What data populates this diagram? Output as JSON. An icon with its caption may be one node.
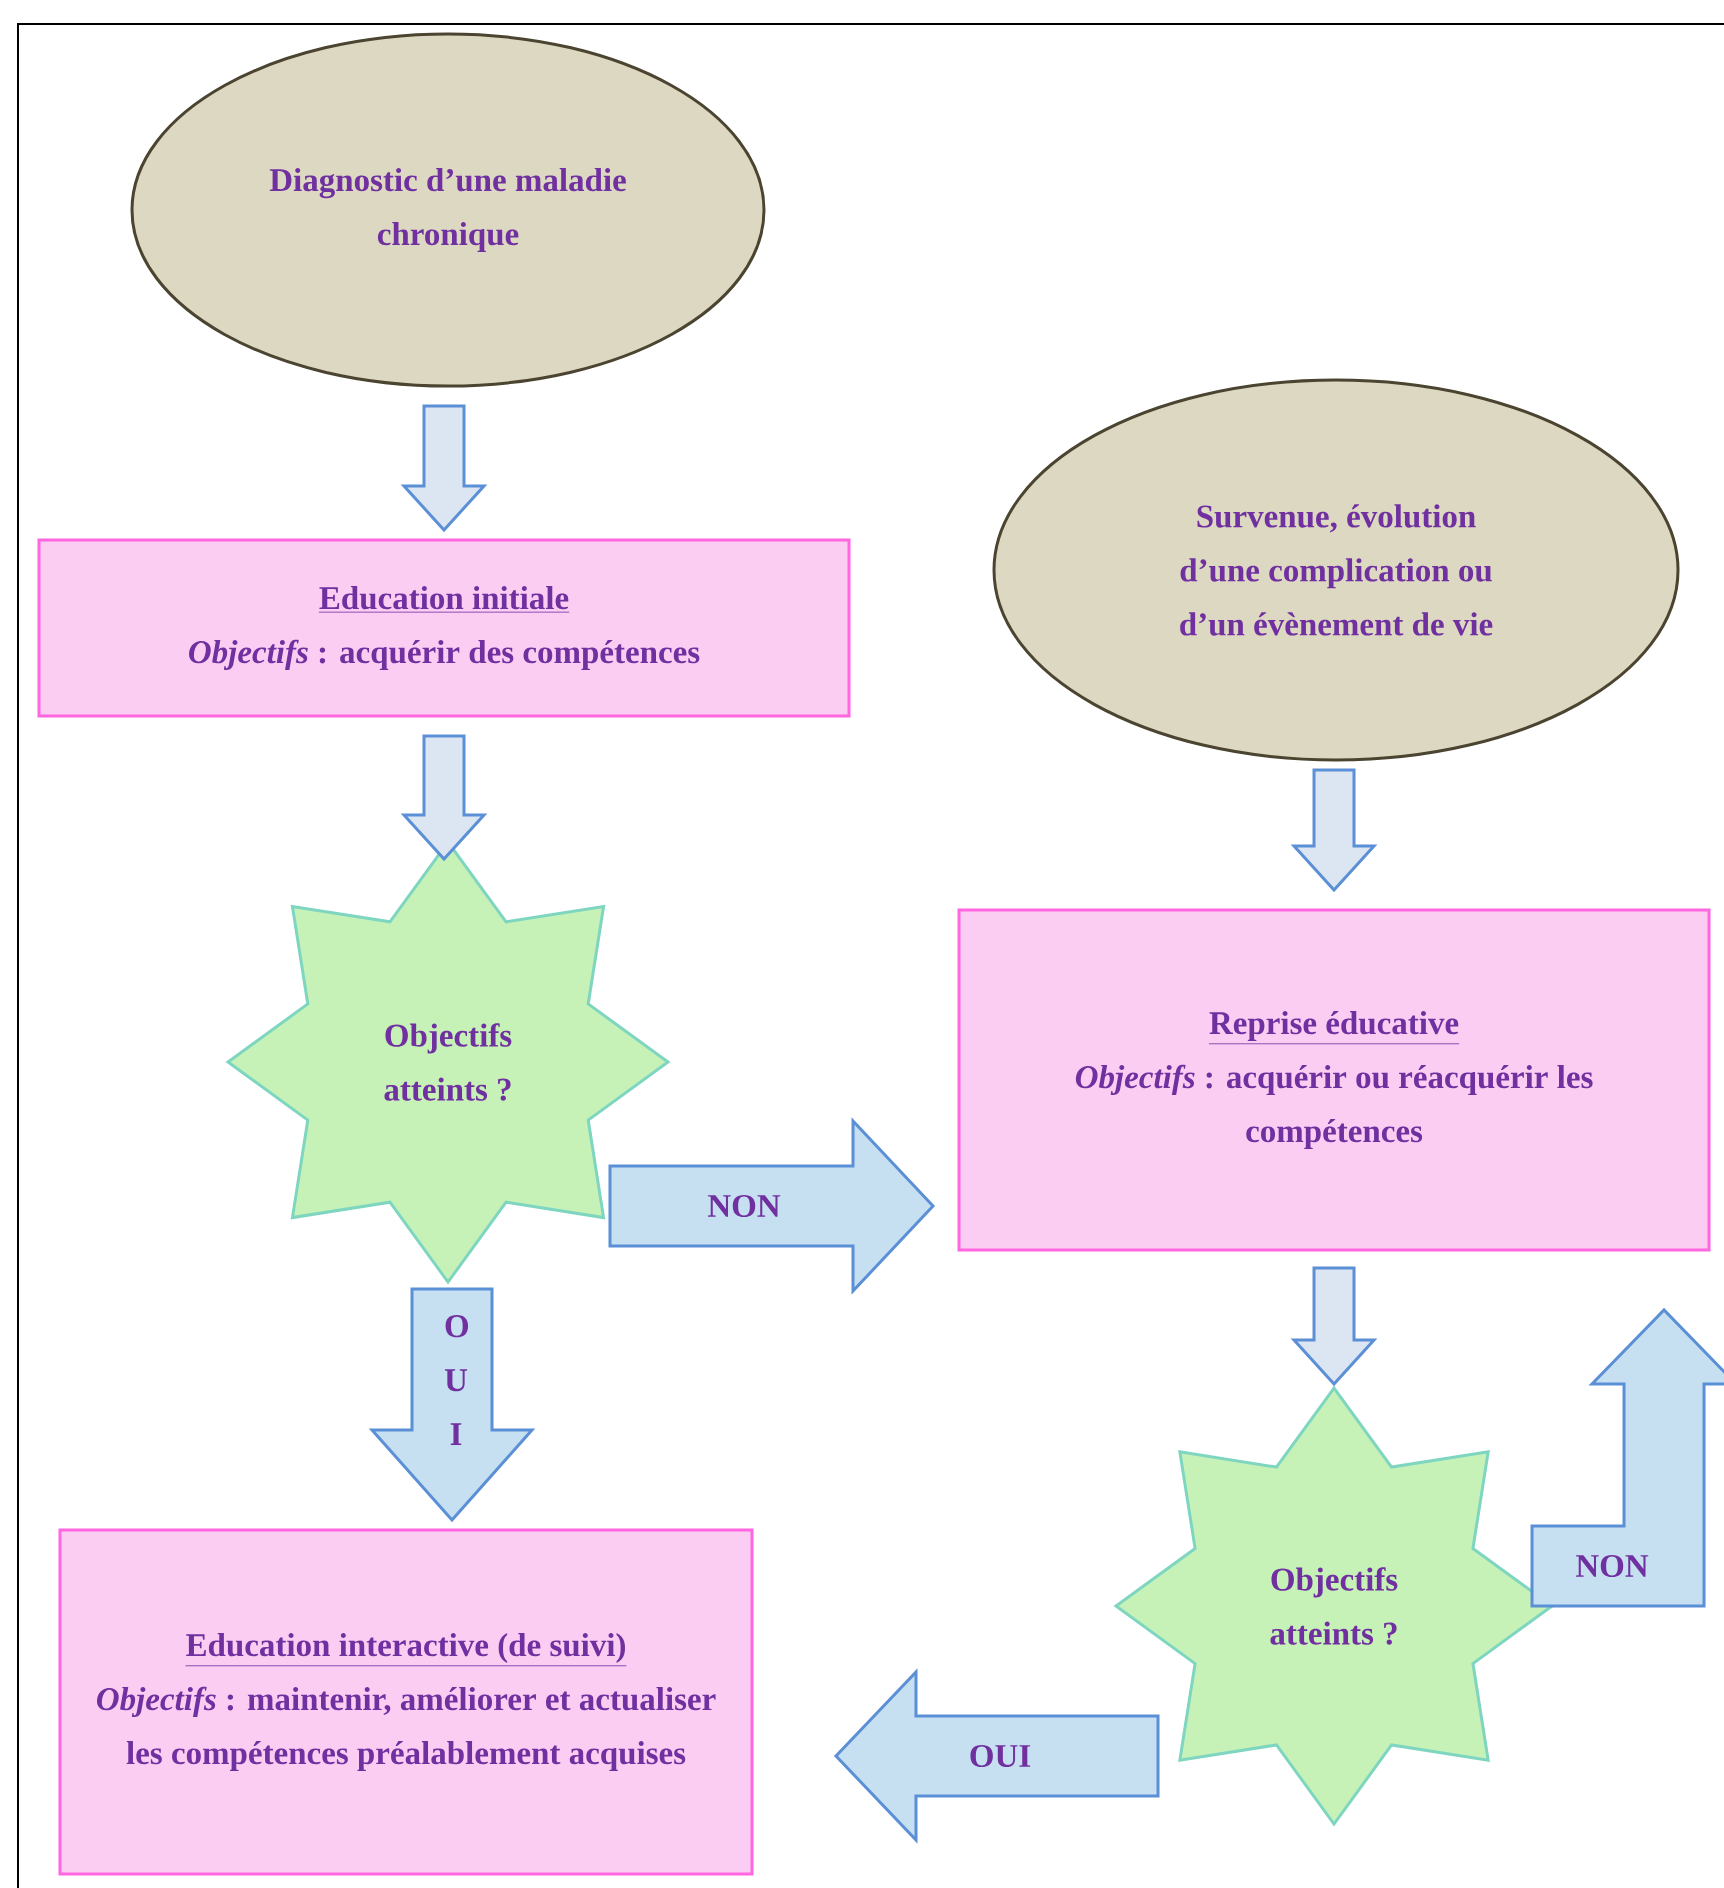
{
  "diagram": {
    "nodes": [
      {
        "text": [
          "Diagnostic d’une maladie chronique"
        ]
      },
      {
        "text": [
          "Education initiale",
          "*Objectifs* : acquérir des compétences"
        ]
      },
      {
        "text": [
          "Objectifs atteints ?"
        ]
      },
      {
        "text": [
          "Survenue, évolution d’une complication ou d’un évènement de vie"
        ]
      },
      {
        "text": [
          "Reprise éducative",
          "*Objectifs* : acquérir ou réacquérir les compétences"
        ]
      },
      {
        "text": [
          "Education interactive (de suivi)",
          "*Objectifs* : maintenir, améliorer et actualiser les compétences préalablement acquises"
        ]
      },
      {
        "text": [
          "Objectifs atteints ?"
        ]
      }
    ],
    "edges": [
      {
        "from": 0,
        "to": 1,
        "arrow": "to"
      },
      {
        "from": 1,
        "to": 2,
        "arrow": "to"
      },
      {
        "from": 3,
        "to": 4,
        "arrow": "to"
      },
      {
        "from": 2,
        "to": 4,
        "arrow": "to",
        "label": "NON"
      },
      {
        "from": 2,
        "to": 5,
        "arrow": "to",
        "label": "O U I"
      },
      {
        "from": 4,
        "to": 6,
        "arrow": "to"
      },
      {
        "from": 6,
        "to": 4,
        "arrow": "to",
        "label": "NON"
      },
      {
        "from": 6,
        "to": 5,
        "arrow": "to",
        "label": "OUI"
      }
    ]
  }
}
